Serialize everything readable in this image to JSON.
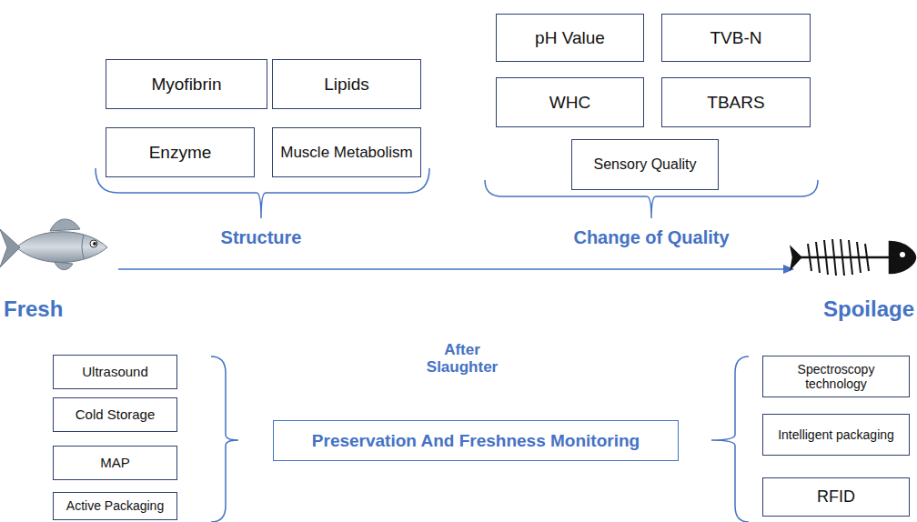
{
  "diagram": {
    "nodes": [
      {
        "text": [
          "Myofibrin"
        ]
      },
      {
        "text": [
          "Lipids"
        ]
      },
      {
        "text": [
          "Enzyme"
        ]
      },
      {
        "text": [
          "Muscle Metabolism"
        ]
      },
      {
        "text": [
          "pH Value"
        ]
      },
      {
        "text": [
          "TVB-N"
        ]
      },
      {
        "text": [
          "WHC"
        ]
      },
      {
        "text": [
          "TBARS"
        ]
      },
      {
        "text": [
          "Sensory Quality"
        ]
      },
      {
        "text": [
          "Ultrasound"
        ]
      },
      {
        "text": [
          "Cold Storage"
        ]
      },
      {
        "text": [
          "MAP"
        ]
      },
      {
        "text": [
          "Active Packaging"
        ]
      },
      {
        "text": [
          "Preservation And Freshness Monitoring"
        ]
      },
      {
        "text": [
          "Spectroscopy technology"
        ]
      },
      {
        "text": [
          "Intelligent packaging"
        ]
      },
      {
        "text": [
          "RFID"
        ]
      }
    ],
    "labels": [
      "Structure",
      "Change of Quality",
      "Fresh",
      "Spoilage",
      "After Slaughter"
    ]
  }
}
